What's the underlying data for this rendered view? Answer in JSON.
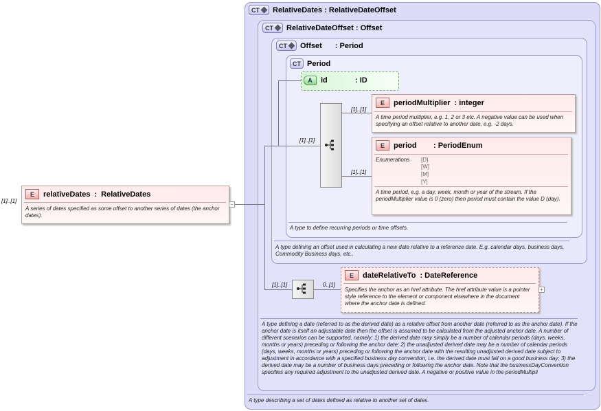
{
  "root_element": {
    "badge": "E",
    "name": "relativeDates",
    "type": "RelativeDates",
    "occurrence": "[1]..[1]",
    "doc": "A series of dates specified as some offset to another series of dates (the anchor dates).",
    "expander": "−"
  },
  "relative_dates_type": {
    "badge": "CT",
    "title": "RelativeDates : RelativeDateOffset",
    "doc": "A type describing a set of dates defined as relative to another set of dates."
  },
  "relative_date_offset_type": {
    "badge": "CT",
    "title": "RelativeDateOffset : Offset",
    "doc": "A type defining a date (referred to as the derived date) as a relative offset from another date (referred to as the anchor date). If the anchor date is itself an adjustable date then the offset is assumed to be calculated from the adjusted anchor date. A number of different scenarios can be supported, namely; 1) the derived date may simply be a number of calendar periods (days, weeks, months or years) preceding or following the anchor date; 2) the unadjusted derived date may be a number of calendar periods (days, weeks, months or years) preceding or following the anchor date with the resulting unadjusted derived date subject to adjustment in accordance with a specified business day convention, i.e. the derived date must fall on a good business day; 3) the derived date may be a number of business days preceding or following the anchor date. Note that the businessDayConvention specifies any required adjustment to the unadjusted derived date. A negative or positive value in the periodMultipli"
  },
  "offset_type": {
    "badge": "CT",
    "title_name": "Offset",
    "title_type": ": Period",
    "doc": "A type defining an offset used in calculating a new date relative to a reference date. E.g. calendar days, business days, Commodity Business days, etc.."
  },
  "period_type": {
    "badge": "CT",
    "title": "Period",
    "doc": "A type to define recurring periods or time offsets.",
    "attribute": {
      "badge": "A",
      "name": "id",
      "type": ": ID"
    },
    "sequence_occurrence": "[1]..[1]",
    "period_multiplier": {
      "badge": "E",
      "name": "periodMultiplier",
      "type": ": integer",
      "occurrence": "[1]..[1]",
      "doc": "A time period multiplier, e.g. 1, 2 or 3 etc. A negative value can be used when specifying an offset relative to another date, e.g. -2 days."
    },
    "period": {
      "badge": "E",
      "name": "period",
      "type": ": PeriodEnum",
      "occurrence": "[1]..[1]",
      "enum_label": "Enumerations",
      "enumerations": [
        "[D]",
        "[W]",
        "[M]",
        "[Y]"
      ],
      "doc": "A time period, e.g. a day, week, month or year of the stream. If the periodMultiplier value is 0 (zero) then period must contain the value D (day)."
    }
  },
  "date_relative_to": {
    "badge": "E",
    "name": "dateRelativeTo",
    "type": ": DateReference",
    "sequence_occurrence": "[1]..[1]",
    "occurrence": "0..[1]",
    "doc": "Specifies the anchor as an href attribute. The href attribute value is a pointer style reference to the element or component elsewhere in the document where the anchor date is defined.",
    "expander": "+"
  },
  "icons": {
    "sequence": "sequence-compositor-icon",
    "ct_plus": "plus-diamond-icon"
  },
  "colors": {
    "complex_type_bg": "#dcdcf8",
    "element_bg": "#ffeaea",
    "attribute_bg": "#d7f5d7",
    "border": "#9a9ac8"
  }
}
